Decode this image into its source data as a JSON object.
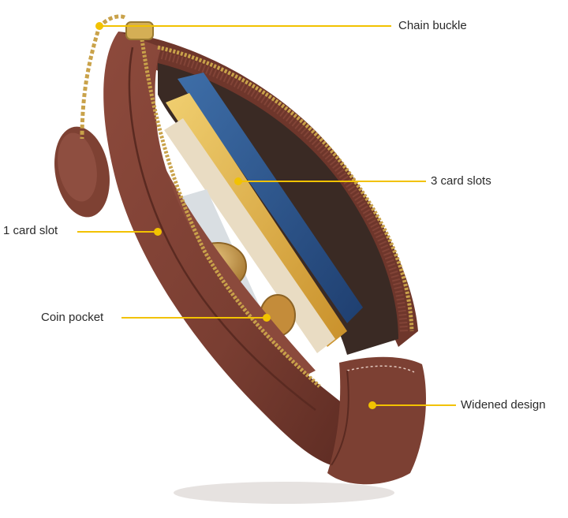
{
  "colors": {
    "leather": "#7a3e32",
    "leather_dark": "#4f241c",
    "leather_light": "#96564a",
    "zipper": "#c9a24a",
    "callout": "#f2c200",
    "label_text": "#2a2a2a",
    "lining": "#3a2a24"
  },
  "annotations": [
    {
      "id": "chain-buckle",
      "label": "Chain buckle"
    },
    {
      "id": "card-slots-3",
      "label": "3 card slots"
    },
    {
      "id": "card-slot-1",
      "label": "1 card slot"
    },
    {
      "id": "coin-pocket",
      "label": "Coin pocket"
    },
    {
      "id": "widened-design",
      "label": "Widened design"
    }
  ]
}
